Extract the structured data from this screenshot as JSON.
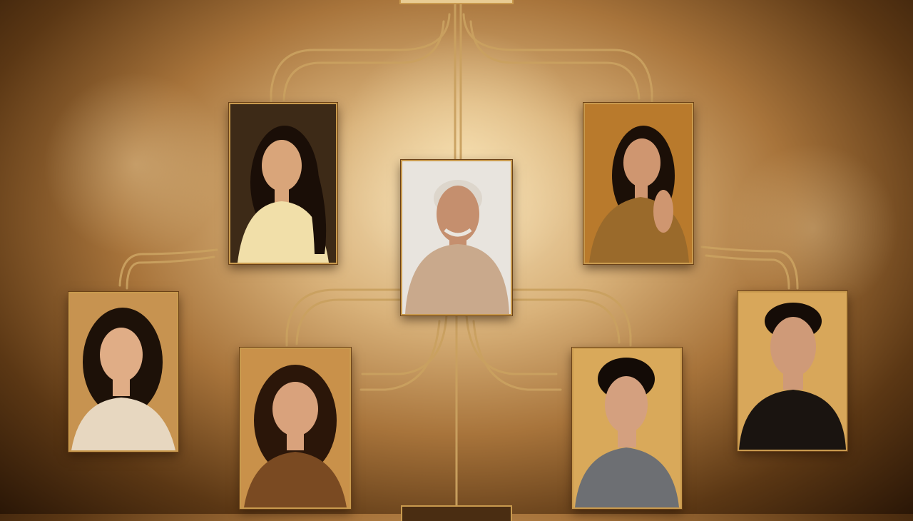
{
  "image": {
    "description_role": "family-tree-collage",
    "colors": {
      "gold_frame": "#c99a4e",
      "connector": "#caa160",
      "background_center": "#f3dcb1",
      "background_edge": "#2a1606"
    }
  },
  "cards": [
    {
      "id": "top-woman-left",
      "caption": "",
      "skin": "#d9a57a",
      "hair": "#1a0e07",
      "outfit": "#f1dfa9",
      "bg": "#3d2a17"
    },
    {
      "id": "top-woman-right",
      "caption": "",
      "skin": "#cf9670",
      "hair": "#1b0f07",
      "outfit": "#9a6a2b",
      "bg": "#b97a2c"
    },
    {
      "id": "center-elder",
      "caption": "",
      "skin": "#c58f6e",
      "hair": "#ddd6cc",
      "outfit": "#c9a98c",
      "bg": "#e8e4de"
    },
    {
      "id": "mid-woman-left",
      "caption": "",
      "skin": "#e0ad86",
      "hair": "#1d1108",
      "outfit": "#e7d7c0",
      "bg": "#c79350"
    },
    {
      "id": "mid-man-right",
      "caption": "",
      "skin": "#cf9a78",
      "hair": "#150c07",
      "outfit": "#1a1410",
      "bg": "#d8a75a"
    },
    {
      "id": "low-woman-left",
      "caption": "",
      "skin": "#d9a27c",
      "hair": "#2b1609",
      "outfit": "#7a4a22",
      "bg": "#c9914a"
    },
    {
      "id": "low-man-right",
      "caption": "",
      "skin": "#d4a07f",
      "hair": "#130b06",
      "outfit": "#6d6f73",
      "bg": "#d9a95a"
    }
  ]
}
